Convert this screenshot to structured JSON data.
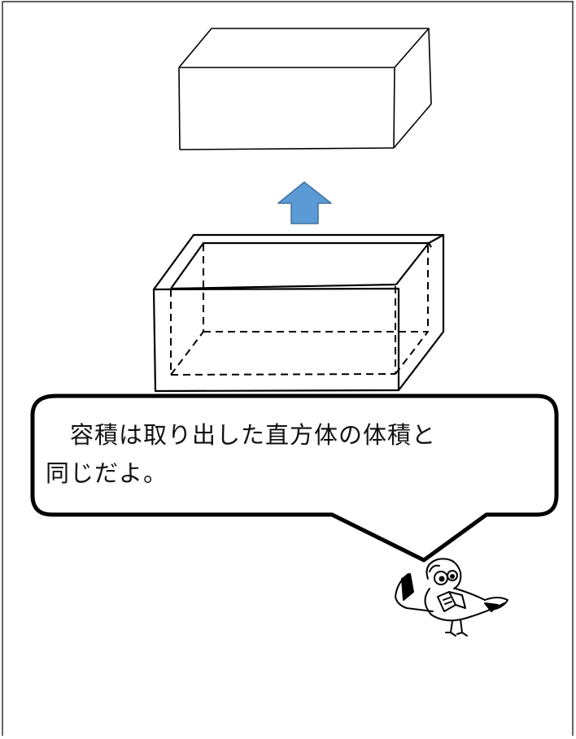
{
  "speech_bubble": {
    "line1": "　容積は取り出した直方体の体積と",
    "line2": "同じだよ。"
  },
  "colors": {
    "arrow_fill": "#5b9bd5",
    "arrow_stroke": "#41719c",
    "line": "#000000"
  },
  "icons": {
    "arrow": "up-arrow-icon",
    "character": "bird-reading-book-illustration"
  }
}
